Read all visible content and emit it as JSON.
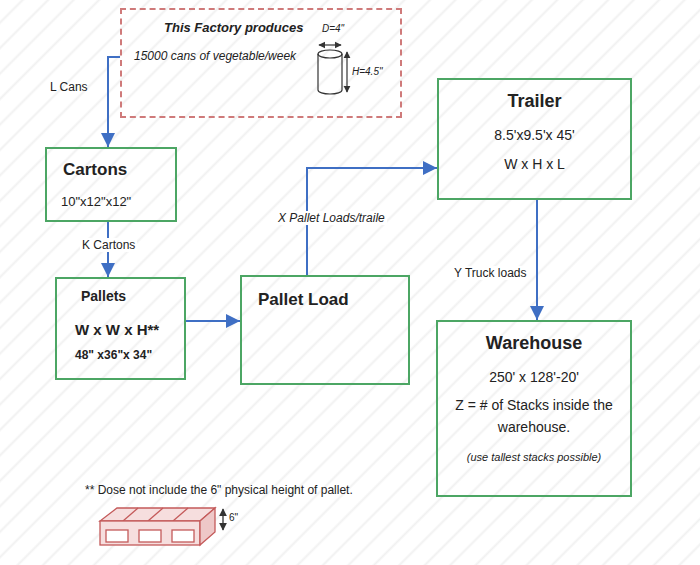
{
  "diagram": {
    "nodes": [
      {
        "text": [
          "This Factory produces",
          "15000 cans of vegetable/week"
        ]
      },
      {
        "text": [
          "Cartons",
          "10\"x12\"x12\""
        ]
      },
      {
        "text": [
          "Pallets",
          "W x W x H**",
          "48\" x36\"x 34\""
        ]
      },
      {
        "text": [
          "Pallet Load"
        ]
      },
      {
        "text": [
          "Trailer",
          "8.5'x9.5'x 45'",
          "W x H x L"
        ]
      },
      {
        "text": [
          "Warehouse",
          "250' x 128'-20'",
          "Z = # of Stacks inside the warehouse.",
          "(use tallest stacks possible)"
        ]
      }
    ],
    "edges": [
      {
        "from": 0,
        "to": 1,
        "label": "L Cans",
        "arrow": "to"
      },
      {
        "from": 1,
        "to": 2,
        "label": "K Cartons",
        "arrow": "to"
      },
      {
        "from": 2,
        "to": 3,
        "arrow": "to"
      },
      {
        "from": 3,
        "to": 4,
        "label": "X Pallet Loads/traile",
        "arrow": "to"
      },
      {
        "from": 4,
        "to": 5,
        "label": "Y Truck loads",
        "arrow": "to"
      }
    ],
    "labels": [
      "D=4\"",
      "H=4.5\"",
      "** Dose not include the 6\" physical height of pallet.",
      "6\""
    ]
  }
}
